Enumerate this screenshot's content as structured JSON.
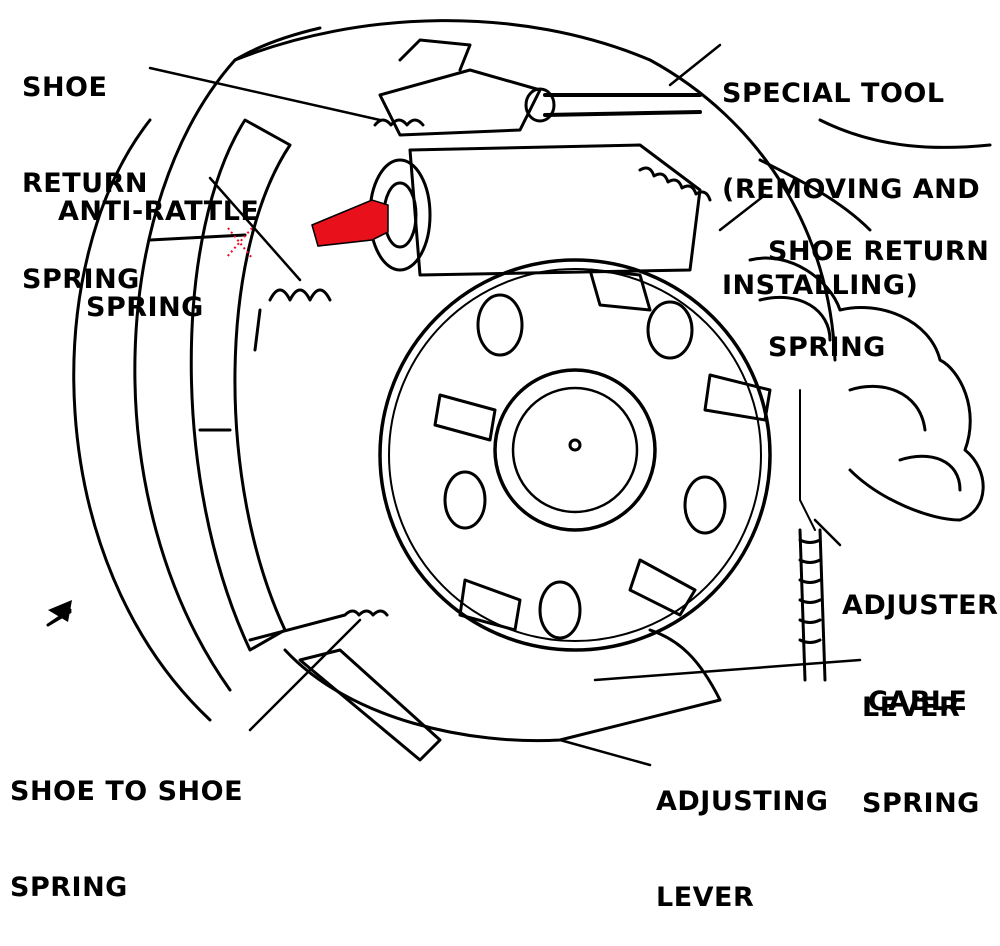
{
  "labels": {
    "shoe_return_spring_left": [
      "SHOE",
      "RETURN",
      "SPRING"
    ],
    "anti_rattle_spring": [
      "ANTI-RATTLE",
      "SPRING"
    ],
    "special_tool": [
      "SPECIAL TOOL",
      "(REMOVING AND",
      "INSTALLING)"
    ],
    "shoe_return_spring_right": [
      "SHOE RETURN",
      "SPRING"
    ],
    "adjuster_cable": [
      "ADJUSTER",
      "CABLE"
    ],
    "lever_spring": [
      "LEVER",
      "SPRING"
    ],
    "adjusting_lever": [
      "ADJUSTING",
      "LEVER"
    ],
    "shoe_to_shoe_spring": [
      "SHOE TO SHOE",
      "SPRING"
    ]
  },
  "colors": {
    "ink": "#000000",
    "paper": "#ffffff",
    "highlight": "#e8101a"
  }
}
